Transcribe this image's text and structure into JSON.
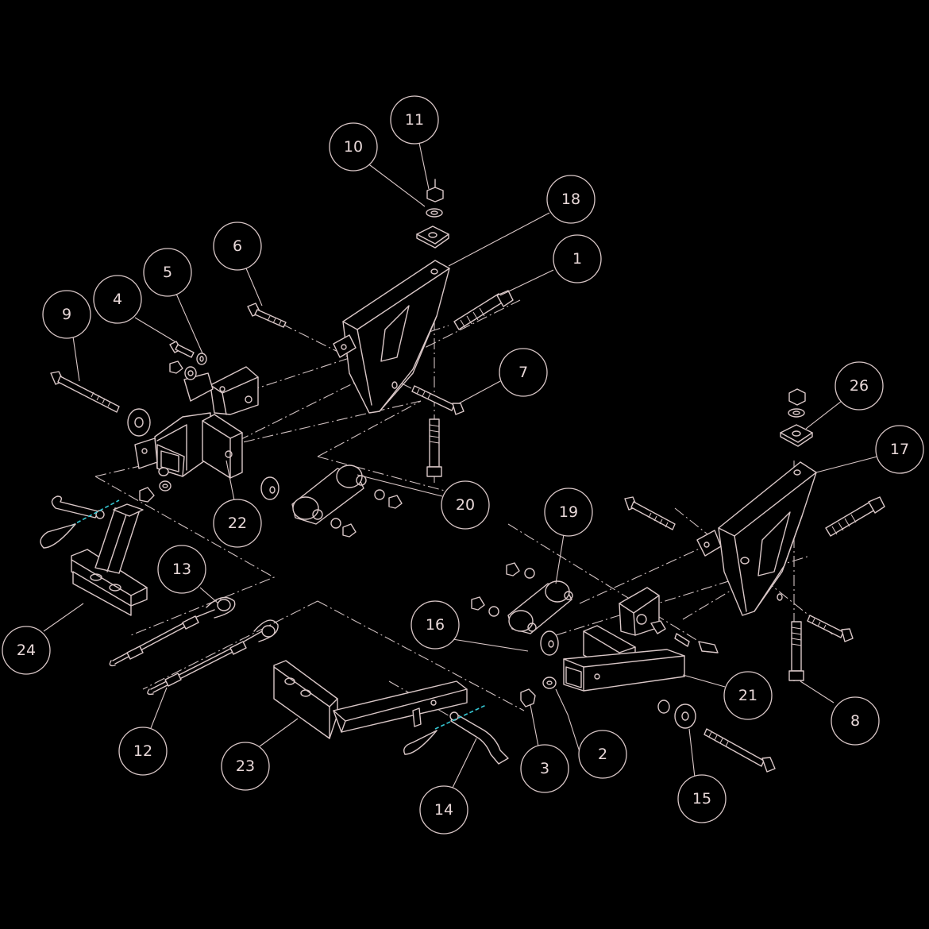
{
  "colors": {
    "background": "#000000",
    "line": "#d9c7c7",
    "accent_dash": "#35c7d3"
  },
  "callouts": [
    {
      "id": "1",
      "label": "1"
    },
    {
      "id": "2",
      "label": "2"
    },
    {
      "id": "3",
      "label": "3"
    },
    {
      "id": "4",
      "label": "4"
    },
    {
      "id": "5",
      "label": "5"
    },
    {
      "id": "6",
      "label": "6"
    },
    {
      "id": "7",
      "label": "7"
    },
    {
      "id": "8",
      "label": "8"
    },
    {
      "id": "9",
      "label": "9"
    },
    {
      "id": "10",
      "label": "10"
    },
    {
      "id": "11",
      "label": "11"
    },
    {
      "id": "12",
      "label": "12"
    },
    {
      "id": "13",
      "label": "13"
    },
    {
      "id": "14",
      "label": "14"
    },
    {
      "id": "15",
      "label": "15"
    },
    {
      "id": "16",
      "label": "16"
    },
    {
      "id": "17",
      "label": "17"
    },
    {
      "id": "18",
      "label": "18"
    },
    {
      "id": "19",
      "label": "19"
    },
    {
      "id": "20",
      "label": "20"
    },
    {
      "id": "21",
      "label": "21"
    },
    {
      "id": "22",
      "label": "22"
    },
    {
      "id": "23",
      "label": "23"
    },
    {
      "id": "24",
      "label": "24"
    },
    {
      "id": "26",
      "label": "26"
    }
  ]
}
